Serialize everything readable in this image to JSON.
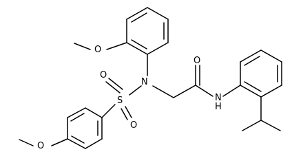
{
  "molecule": {
    "atom_labels": {
      "methoxy_top_o": "O",
      "sulfonyl_o_top": "O",
      "sulfur": "S",
      "sulfonyl_o_bottom": "O",
      "sulfonamide_n": "N",
      "carbonyl_o": "O",
      "amide_n": "N",
      "amide_h": "H",
      "methoxy_bottom_o": "O"
    },
    "colors": {
      "bond": "#000000",
      "label": "#000000",
      "background": "#ffffff"
    }
  }
}
